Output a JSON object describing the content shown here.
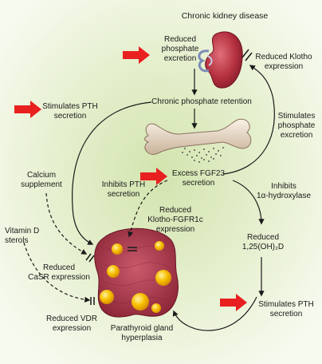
{
  "title": "Chronic kidney disease",
  "labels": {
    "reduced_phosphate_excretion": [
      "Reduced",
      "phosphate",
      "excretion"
    ],
    "reduced_klotho_expression": [
      "Reduced Klotho",
      "expression"
    ],
    "stimulates_pth_secretion_top": [
      "Stimulates PTH",
      "secretion"
    ],
    "chronic_phosphate_retention": [
      "Chronic phosphate retention"
    ],
    "stimulates_phosphate_excretion": [
      "Stimulates",
      "phosphate",
      "excretion"
    ],
    "calcium_supplement": [
      "Calcium",
      "supplement"
    ],
    "inhibits_pth_secretion": [
      "Inhibits PTH",
      "secretion"
    ],
    "excess_fgf23_secretion": [
      "Excess FGF23",
      "secretion"
    ],
    "inhibits_1a_hydroxylase": [
      "Inhibits",
      "1α-hydroxylase"
    ],
    "reduced_klotho_fgfr1c_expression": [
      "Reduced",
      "Klotho-FGFR1c",
      "expression"
    ],
    "vitamin_d_sterols": [
      "Vitamin D",
      "sterols"
    ],
    "reduced_casr_expression": [
      "Reduced",
      "CaSR expression"
    ],
    "reduced_125_oh2d": [
      "Reduced",
      "1,25(OH)₂D"
    ],
    "reduced_vdr_expression": [
      "Reduced VDR",
      "expression"
    ],
    "stimulates_pth_secretion_bottom": [
      "Stimulates PTH",
      "secretion"
    ],
    "parathyroid_gland_hyperplasia": [
      "Parathyroid gland",
      "hyperplasia"
    ]
  },
  "colors": {
    "background_outer": "#f4f8e8",
    "background_inner": "#d9e8b8",
    "highlight_arrow": "#e8201f",
    "kidney": "#b02a3a",
    "parathyroid": "#b63a4e",
    "nodule": "#f5b800",
    "bone": "#ead9c6",
    "line": "#1a1a1a"
  }
}
